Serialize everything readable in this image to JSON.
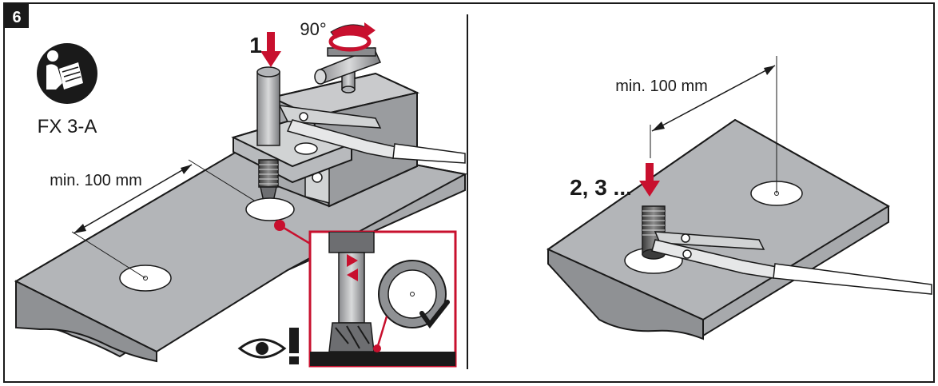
{
  "step": {
    "number": "6"
  },
  "left_panel": {
    "tool_label": "FX 3-A",
    "rotation_label": "90°",
    "step_one_label": "1",
    "distance_label": "min. 100 mm",
    "manual_icon": "read-manual-icon",
    "inspect_icon": "eye-icon",
    "warning_icon": "exclamation-icon"
  },
  "right_panel": {
    "distance_label": "min. 100 mm",
    "step_label": "2, 3 ..."
  },
  "colors": {
    "frame": "#1a1a1a",
    "accent_red": "#c8102e",
    "plate_gray": "#a7a9ac",
    "plate_light": "#d1d3d4",
    "metal_dark": "#6d6e71",
    "background": "#ffffff"
  }
}
